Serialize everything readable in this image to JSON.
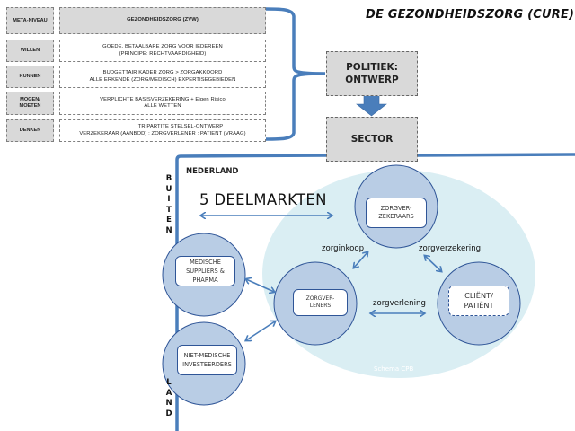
{
  "title": "DE GEZONDHEIDSZORG (CURE)",
  "framework": {
    "rows": [
      {
        "label": "META-NIVEAU",
        "content_line1": "GEZONDHEIDSZORG (ZVW)",
        "content_line2": ""
      },
      {
        "label": "WILLEN",
        "content_line1": "GOEDE, BETAALBARE ZORG VOOR IEDEREEN",
        "content_line2": "(PRINCIPE: RECHTVAARDIGHEID)"
      },
      {
        "label": "KUNNEN",
        "content_line1": "BUDGETTAIR KADER ZORG > ZORGAKKOORD",
        "content_line2": "ALLE ERKENDE (ZORG/MEDISCH) EXPERTISEGEBIEDEN"
      },
      {
        "label_line1": "MOGEN/",
        "label_line2": "MOETEN",
        "content_line1": "VERPLICHTE BASISVERZEKERING  + Eigen Risico",
        "content_line2": "ALLE WETTEN"
      },
      {
        "label": "DENKEN",
        "content_line1": "TRIPARTITE STELSEL-ONTWERP",
        "content_line2": "VERZEKERAAR (AANBOD) : ZORGVERLENER : PATIENT (VRAAG)"
      }
    ]
  },
  "politiek_box": {
    "line1": "POLITIEK:",
    "line2": "ONTWERP"
  },
  "sector_box": {
    "label": "SECTOR"
  },
  "nederland_label": "NEDERLAND",
  "buitenland": {
    "top_letters": [
      "B",
      "U",
      "I",
      "T",
      "E",
      "N"
    ],
    "bottom_letters": [
      "L",
      "A",
      "N",
      "D"
    ]
  },
  "deelmarkten_label": "5 DEELMARKTEN",
  "nodes": {
    "zorgverzekeraars": {
      "line1": "ZORGVER-",
      "line2": "ZEKERAARS"
    },
    "zorgverleners": {
      "line1": "ZORGVER-",
      "line2": "LENERS"
    },
    "client_patient": {
      "line1": "CLIËNT/",
      "line2": "PATIËNT"
    },
    "medische_suppliers": {
      "line1": "MEDISCHE",
      "line2": "SUPPLIERS &",
      "line3": "PHARMA"
    },
    "niet_medische": {
      "line1": "NIET-MEDISCHE",
      "line2": "INVESTEERDERS"
    }
  },
  "flows": {
    "zorginkoop": "zorginkoop",
    "zorgverzekering": "zorgverzekering",
    "zorgverlening": "zorgverlening"
  },
  "source_label": "Schema CPB",
  "colors": {
    "accent_blue": "#4a7ebb",
    "circle_fill": "#b9cde5",
    "circle_stroke": "#2f5597",
    "ellipse_fill": "#daeef3",
    "gray_box": "#d9d9d9"
  }
}
